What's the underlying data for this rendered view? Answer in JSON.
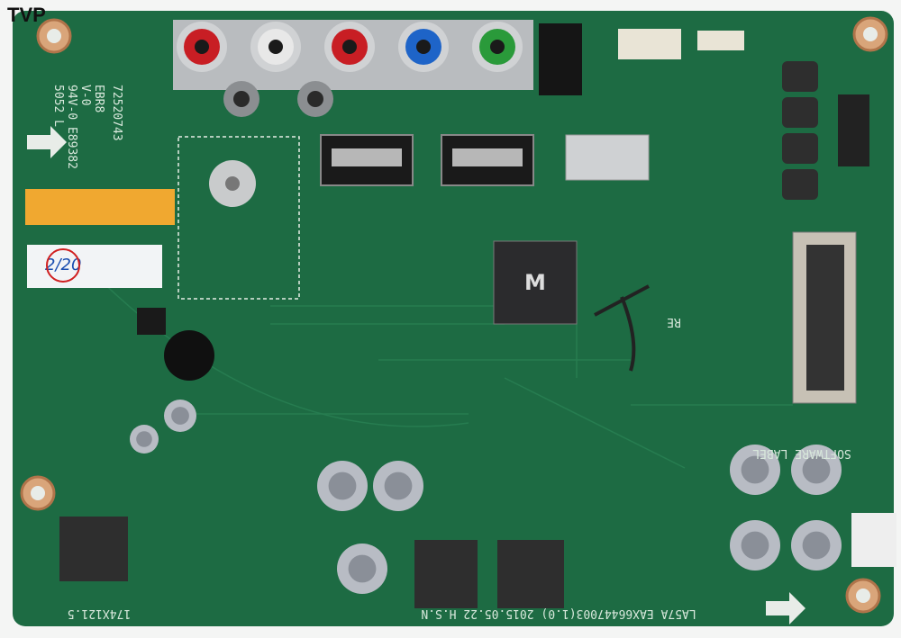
{
  "watermark": "TVP",
  "board": {
    "color": "#1d6b43",
    "bottom_text": "LA57A EAX66447003(1.0) 2015.05.22 H.S.N",
    "left_bottom_text": "174X121.5",
    "left_codes": [
      "72520743",
      "EBR8",
      "V-0",
      "94V-0 E89382",
      "5052 L"
    ],
    "labels": {
      "software_label": "SOFTWARE LABEL",
      "re": "RE",
      "chip_logo": "M"
    },
    "rca_jack_colors": [
      "#c81e24",
      "#e8e8e8",
      "#c81e24",
      "#1e64c8",
      "#2a9a3a"
    ]
  }
}
